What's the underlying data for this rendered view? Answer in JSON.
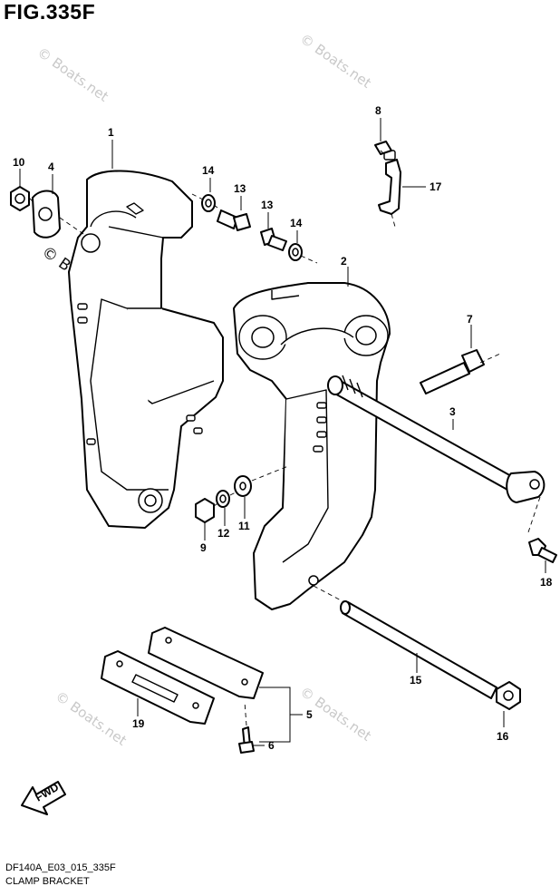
{
  "figure": {
    "title": "FIG.335F",
    "code": "DF140A_E03_015_335F",
    "caption": "CLAMP BRACKET",
    "direction_label": "FWD",
    "watermark": "© Boats.net"
  },
  "callouts": {
    "c1": "1",
    "c2": "2",
    "c3": "3",
    "c4": "4",
    "c5": "5",
    "c6": "6",
    "c7": "7",
    "c8": "8",
    "c9": "9",
    "c10": "10",
    "c11": "11",
    "c12": "12",
    "c13a": "13",
    "c13b": "13",
    "c14a": "14",
    "c14b": "14",
    "c15": "15",
    "c16": "16",
    "c17": "17",
    "c18": "18",
    "c19": "19"
  },
  "colors": {
    "line": "#000000",
    "background": "#ffffff",
    "watermark": "#c9c9c9"
  }
}
